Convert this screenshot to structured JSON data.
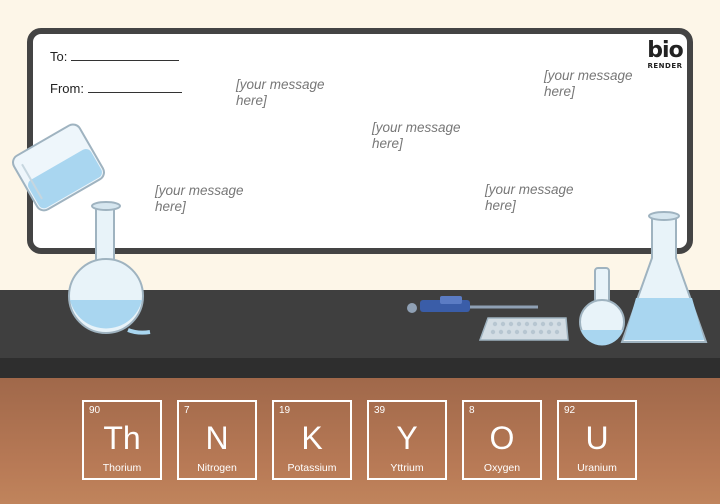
{
  "card": {
    "to_label": "To:",
    "from_label": "From:",
    "placeholders": [
      "[your message here]",
      "[your message here]",
      "[your message here]",
      "[your message here]",
      "[your message here]"
    ]
  },
  "logo": {
    "top": "bio",
    "bottom": "RENDER"
  },
  "elements": [
    {
      "number": "90",
      "symbol": "Th",
      "name": "Thorium"
    },
    {
      "number": "7",
      "symbol": "N",
      "name": "Nitrogen"
    },
    {
      "number": "19",
      "symbol": "K",
      "name": "Potassium"
    },
    {
      "number": "39",
      "symbol": "Y",
      "name": "Yttrium"
    },
    {
      "number": "8",
      "symbol": "O",
      "name": "Oxygen"
    },
    {
      "number": "92",
      "symbol": "U",
      "name": "Uranium"
    }
  ],
  "colors": {
    "board_frame": "#444444",
    "bench_top": "#3f3f3f",
    "bench_front": "#b87a56",
    "glass_liquid": "#a9d6f0",
    "pipette_blue": "#3a5da8"
  },
  "illustrations": [
    "pouring-beaker",
    "round-bottom-flask",
    "micropipette",
    "well-plate",
    "small-flask",
    "erlenmeyer-flask"
  ]
}
